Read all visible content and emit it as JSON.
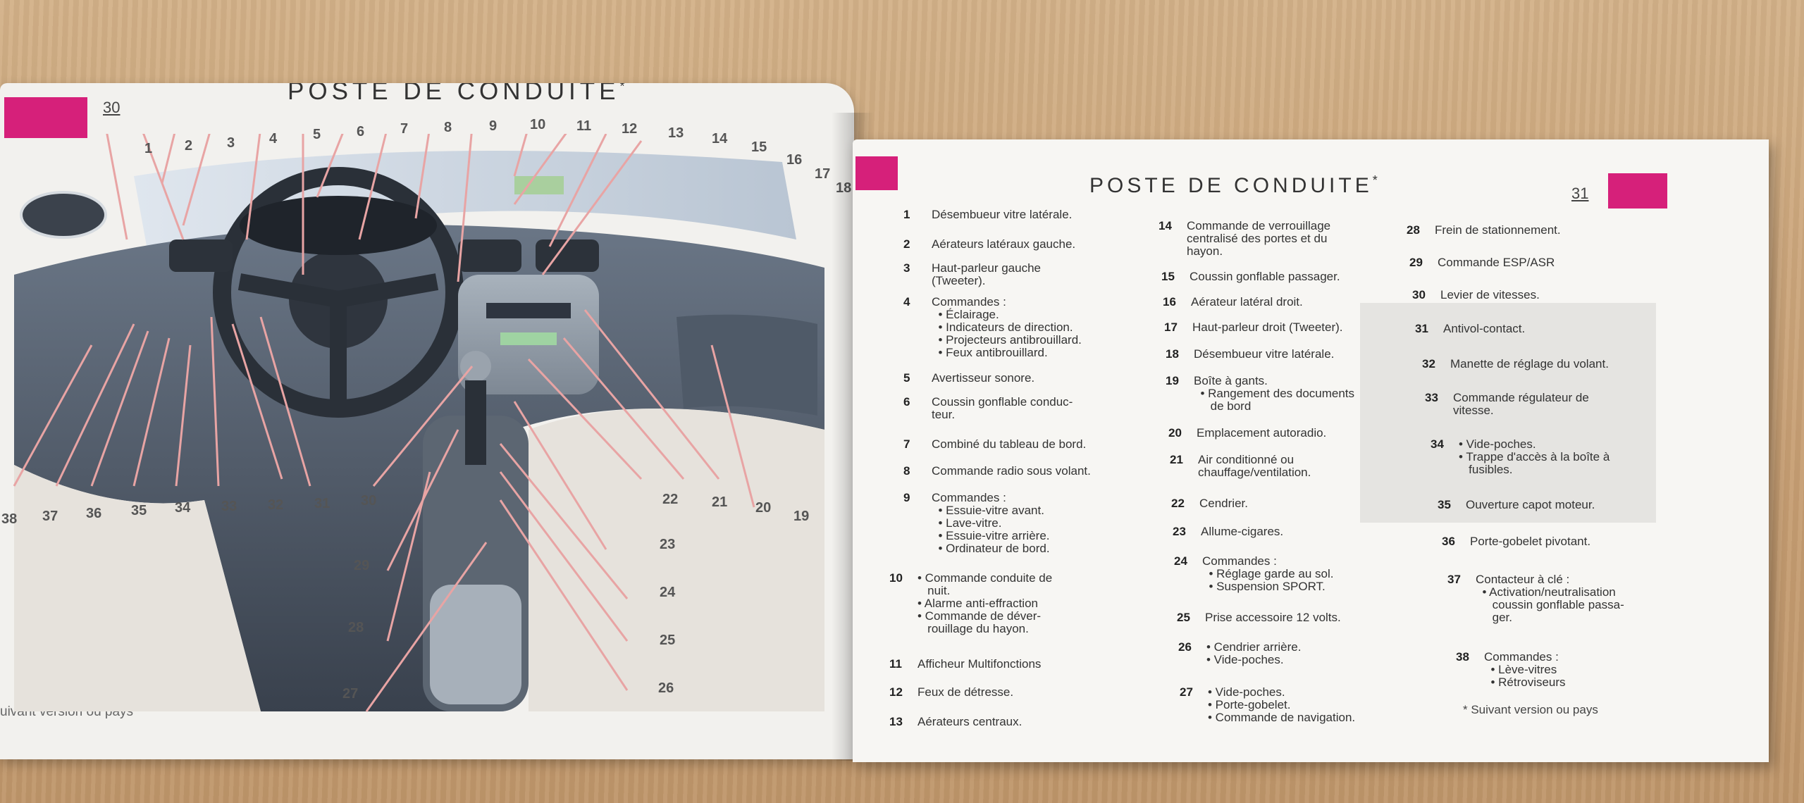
{
  "left_page": {
    "page_number": "30",
    "title": "POSTE DE CONDUITE",
    "title_mark": "*",
    "footnote": "uivant version ou pays",
    "callouts": [
      "1",
      "2",
      "3",
      "4",
      "5",
      "6",
      "7",
      "8",
      "9",
      "10",
      "11",
      "12",
      "13",
      "14",
      "15",
      "16",
      "17",
      "18",
      "19",
      "20",
      "21",
      "22",
      "23",
      "24",
      "25",
      "26",
      "27",
      "28",
      "29",
      "30",
      "31",
      "32",
      "33",
      "34",
      "35",
      "36",
      "37",
      "38"
    ]
  },
  "right_page": {
    "page_number": "31",
    "title": "POSTE DE CONDUITE",
    "title_mark": "*",
    "footnote": "* Suivant version ou pays",
    "items": [
      {
        "n": "1",
        "lines": [
          "Désembueur vitre latérale."
        ]
      },
      {
        "n": "2",
        "lines": [
          "Aérateurs latéraux gauche."
        ]
      },
      {
        "n": "3",
        "lines": [
          "Haut-parleur gauche",
          "(Tweeter)."
        ]
      },
      {
        "n": "4",
        "lines": [
          "Commandes :",
          "  • Éclairage.",
          "  • Indicateurs de direction.",
          "  • Projecteurs antibrouillard.",
          "  • Feux antibrouillard."
        ]
      },
      {
        "n": "5",
        "lines": [
          "Avertisseur sonore."
        ]
      },
      {
        "n": "6",
        "lines": [
          "Coussin gonflable conduc-",
          "teur."
        ]
      },
      {
        "n": "7",
        "lines": [
          "Combiné du tableau de bord."
        ]
      },
      {
        "n": "8",
        "lines": [
          "Commande radio sous volant."
        ]
      },
      {
        "n": "9",
        "lines": [
          "Commandes :",
          "  • Essuie-vitre avant.",
          "  • Lave-vitre.",
          "  • Essuie-vitre arrière.",
          "  • Ordinateur de bord."
        ]
      },
      {
        "n": "10",
        "lines": [
          "• Commande conduite de",
          "   nuit.",
          "• Alarme anti-effraction",
          "• Commande de déver-",
          "   rouillage du hayon."
        ]
      },
      {
        "n": "11",
        "lines": [
          "Afficheur Multifonctions"
        ]
      },
      {
        "n": "12",
        "lines": [
          "Feux de détresse."
        ]
      },
      {
        "n": "13",
        "lines": [
          "Aérateurs centraux."
        ]
      },
      {
        "n": "14",
        "lines": [
          "Commande de verrouillage",
          "centralisé des portes et du",
          "hayon."
        ]
      },
      {
        "n": "15",
        "lines": [
          "Coussin gonflable passager."
        ]
      },
      {
        "n": "16",
        "lines": [
          "Aérateur latéral droit."
        ]
      },
      {
        "n": "17",
        "lines": [
          "Haut-parleur droit (Tweeter)."
        ]
      },
      {
        "n": "18",
        "lines": [
          "Désembueur vitre latérale."
        ]
      },
      {
        "n": "19",
        "lines": [
          "Boîte à gants.",
          "  • Rangement des documents",
          "     de bord"
        ]
      },
      {
        "n": "20",
        "lines": [
          "Emplacement autoradio."
        ]
      },
      {
        "n": "21",
        "lines": [
          "Air conditionné ou",
          "chauffage/ventilation."
        ]
      },
      {
        "n": "22",
        "lines": [
          "Cendrier."
        ]
      },
      {
        "n": "23",
        "lines": [
          "Allume-cigares."
        ]
      },
      {
        "n": "24",
        "lines": [
          "Commandes :",
          "  • Réglage garde au sol.",
          "  • Suspension SPORT."
        ]
      },
      {
        "n": "25",
        "lines": [
          "Prise accessoire 12 volts."
        ]
      },
      {
        "n": "26",
        "lines": [
          "• Cendrier arrière.",
          "• Vide-poches."
        ]
      },
      {
        "n": "27",
        "lines": [
          "• Vide-poches.",
          "• Porte-gobelet.",
          "• Commande de navigation."
        ]
      },
      {
        "n": "28",
        "lines": [
          "Frein de stationnement."
        ]
      },
      {
        "n": "29",
        "lines": [
          "Commande ESP/ASR"
        ]
      },
      {
        "n": "30",
        "lines": [
          "Levier de vitesses."
        ]
      },
      {
        "n": "31",
        "lines": [
          "Antivol-contact."
        ]
      },
      {
        "n": "32",
        "lines": [
          "Manette de réglage du volant."
        ]
      },
      {
        "n": "33",
        "lines": [
          "Commande régulateur de",
          "vitesse."
        ]
      },
      {
        "n": "34",
        "lines": [
          "• Vide-poches.",
          "• Trappe d'accès à la boîte à",
          "   fusibles."
        ]
      },
      {
        "n": "35",
        "lines": [
          "Ouverture capot moteur."
        ]
      },
      {
        "n": "36",
        "lines": [
          "Porte-gobelet pivotant."
        ]
      },
      {
        "n": "37",
        "lines": [
          "Contacteur à clé :",
          "  • Activation/neutralisation",
          "     coussin gonflable passa-",
          "     ger."
        ]
      },
      {
        "n": "38",
        "lines": [
          "Commandes :",
          "  • Lève-vitres",
          "  • Rétroviseurs"
        ]
      }
    ]
  },
  "colors": {
    "accent_pink": "#d6207a",
    "dash_blue": "#4a5868",
    "callout_line": "#e8a4a4"
  }
}
